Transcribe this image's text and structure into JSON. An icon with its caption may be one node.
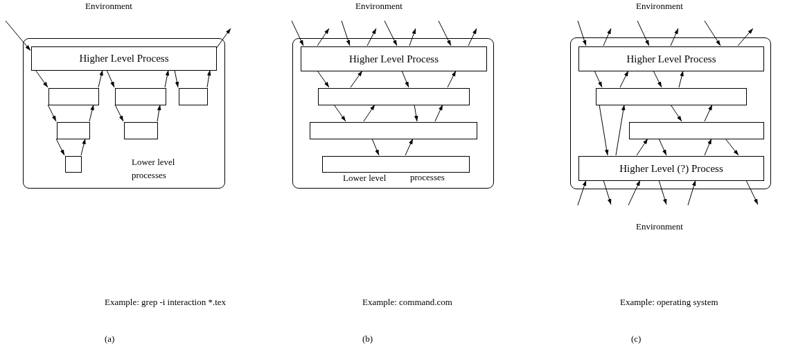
{
  "diagram": {
    "nodes": [
      {
        "text": [],
        "shape": "box"
      },
      {
        "text": [
          "Higher Level Process"
        ],
        "in": 0
      },
      {
        "text": [],
        "shape": "box",
        "in": 0
      },
      {
        "text": [],
        "shape": "box",
        "in": 0
      },
      {
        "text": [],
        "shape": "box",
        "in": 0
      },
      {
        "text": [],
        "shape": "box",
        "in": 0
      },
      {
        "text": [],
        "shape": "box",
        "in": 0
      },
      {
        "text": [],
        "shape": "box",
        "in": 0
      },
      {
        "text": [],
        "shape": "box"
      },
      {
        "text": [
          "Higher Level Process"
        ],
        "in": 8
      },
      {
        "text": [],
        "shape": "box",
        "in": 8
      },
      {
        "text": [],
        "shape": "box",
        "in": 8
      },
      {
        "text": [],
        "shape": "box",
        "in": 8
      },
      {
        "text": [],
        "shape": "box"
      },
      {
        "text": [
          "Higher Level Process"
        ],
        "in": 13
      },
      {
        "text": [],
        "shape": "box",
        "in": 13
      },
      {
        "text": [],
        "shape": "box",
        "in": 13
      },
      {
        "text": [
          "Higher Level (?) Process"
        ],
        "in": 13
      }
    ],
    "edges": [
      {
        "from": null,
        "to": 1,
        "arrow": "to"
      },
      {
        "from": 1,
        "to": null,
        "arrow": "to"
      },
      {
        "from": 1,
        "to": 2,
        "arrow": "to"
      },
      {
        "from": 2,
        "to": 1,
        "arrow": "to"
      },
      {
        "from": 1,
        "to": 3,
        "arrow": "to"
      },
      {
        "from": 3,
        "to": 1,
        "arrow": "to"
      },
      {
        "from": 1,
        "to": 4,
        "arrow": "to"
      },
      {
        "from": 4,
        "to": 1,
        "arrow": "to"
      },
      {
        "from": 2,
        "to": 5,
        "arrow": "to"
      },
      {
        "from": 5,
        "to": 2,
        "arrow": "to"
      },
      {
        "from": 3,
        "to": 6,
        "arrow": "to"
      },
      {
        "from": 6,
        "to": 3,
        "arrow": "to"
      },
      {
        "from": 5,
        "to": 7,
        "arrow": "to"
      },
      {
        "from": 7,
        "to": 5,
        "arrow": "to"
      },
      {
        "from": null,
        "to": 9,
        "arrow": "to"
      },
      {
        "from": 9,
        "to": null,
        "arrow": "to"
      },
      {
        "from": null,
        "to": 9,
        "arrow": "to"
      },
      {
        "from": 9,
        "to": null,
        "arrow": "to"
      },
      {
        "from": null,
        "to": 9,
        "arrow": "to"
      },
      {
        "from": 9,
        "to": null,
        "arrow": "to"
      },
      {
        "from": null,
        "to": 9,
        "arrow": "to"
      },
      {
        "from": 9,
        "to": null,
        "arrow": "to"
      },
      {
        "from": 9,
        "to": 10,
        "arrow": "to"
      },
      {
        "from": 10,
        "to": 9,
        "arrow": "to"
      },
      {
        "from": 9,
        "to": 10,
        "arrow": "to"
      },
      {
        "from": 10,
        "to": 9,
        "arrow": "to"
      },
      {
        "from": 10,
        "to": 11,
        "arrow": "to"
      },
      {
        "from": 11,
        "to": 10,
        "arrow": "to"
      },
      {
        "from": 10,
        "to": 11,
        "arrow": "to"
      },
      {
        "from": 11,
        "to": 10,
        "arrow": "to"
      },
      {
        "from": 11,
        "to": 12,
        "arrow": "to"
      },
      {
        "from": 12,
        "to": 11,
        "arrow": "to"
      },
      {
        "from": null,
        "to": 14,
        "arrow": "to"
      },
      {
        "from": 14,
        "to": null,
        "arrow": "to"
      },
      {
        "from": null,
        "to": 14,
        "arrow": "to"
      },
      {
        "from": 14,
        "to": null,
        "arrow": "to"
      },
      {
        "from": null,
        "to": 14,
        "arrow": "to"
      },
      {
        "from": 14,
        "to": null,
        "arrow": "to"
      },
      {
        "from": 14,
        "to": 15,
        "arrow": "to"
      },
      {
        "from": 15,
        "to": 14,
        "arrow": "to"
      },
      {
        "from": 14,
        "to": 15,
        "arrow": "to"
      },
      {
        "from": 15,
        "to": 14,
        "arrow": "to"
      },
      {
        "from": 15,
        "to": 17,
        "arrow": "to"
      },
      {
        "from": 17,
        "to": 15,
        "arrow": "to"
      },
      {
        "from": 15,
        "to": 16,
        "arrow": "to"
      },
      {
        "from": 16,
        "to": 15,
        "arrow": "to"
      },
      {
        "from": 17,
        "to": 16,
        "arrow": "to"
      },
      {
        "from": 16,
        "to": 17,
        "arrow": "to"
      },
      {
        "from": 17,
        "to": 16,
        "arrow": "to"
      },
      {
        "from": 16,
        "to": 17,
        "arrow": "to"
      },
      {
        "from": null,
        "to": 17,
        "arrow": "to"
      },
      {
        "from": 17,
        "to": null,
        "arrow": "to"
      },
      {
        "from": null,
        "to": 17,
        "arrow": "to"
      },
      {
        "from": 17,
        "to": null,
        "arrow": "to"
      },
      {
        "from": null,
        "to": 17,
        "arrow": "to"
      },
      {
        "from": 17,
        "to": null,
        "arrow": "to"
      }
    ],
    "labels": [
      "Environment",
      "Environment",
      "Environment",
      "Lower level processes",
      "Lower level",
      "processes",
      "Environment",
      "Example: grep -i interaction *.tex",
      "Example: command.com",
      "Example: operating system",
      "(a)",
      "(b)",
      "(c)"
    ]
  }
}
